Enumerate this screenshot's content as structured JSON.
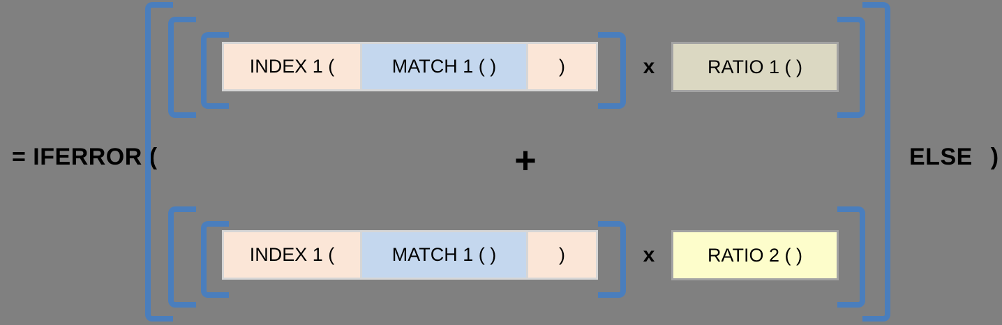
{
  "formula": {
    "prefix": "= IFERROR (",
    "else_suffix": "ELSE )",
    "plus": "+",
    "times": "x"
  },
  "term1": {
    "index": "INDEX 1 (",
    "match": "MATCH 1 ( )",
    "close": ")",
    "ratio": "RATIO 1 ( )"
  },
  "term2": {
    "index": "INDEX 1 (",
    "match": "MATCH 1 ( )",
    "close": ")",
    "ratio": "RATIO 2 ( )"
  },
  "colors": {
    "background": "#808080",
    "bracket": "#4a7ebd",
    "index_box": "#fbe6d7",
    "match_box": "#c4d7ee",
    "ratio1_box": "#dbd8c2",
    "ratio2_box": "#fdfdcb",
    "box_border": "#d6d6d6",
    "ratio_border": "#a3a3a3",
    "text": "#000000"
  }
}
